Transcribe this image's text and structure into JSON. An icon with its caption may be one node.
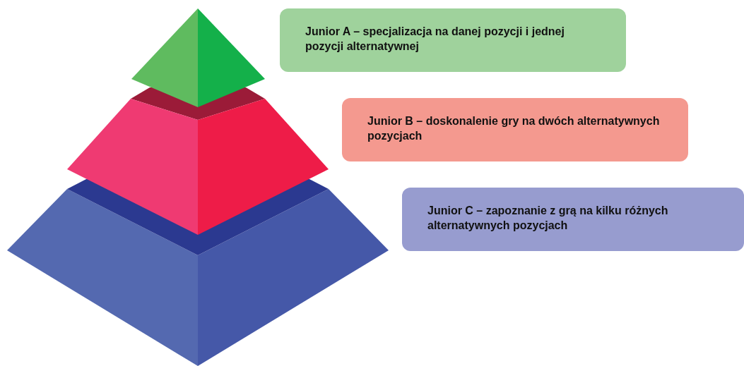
{
  "diagram": {
    "nodes": [
      {
        "text": [
          "Junior A – specjalizacja na danej pozycji i jednej pozycji alternatywnej"
        ]
      },
      {
        "text": [
          "Junior B – doskonalenie gry na dwóch alternatywnych pozycjach"
        ]
      },
      {
        "text": [
          "Junior C – zapoznanie z grą na kilku różnych alternatywnych pozycjach"
        ]
      }
    ]
  }
}
